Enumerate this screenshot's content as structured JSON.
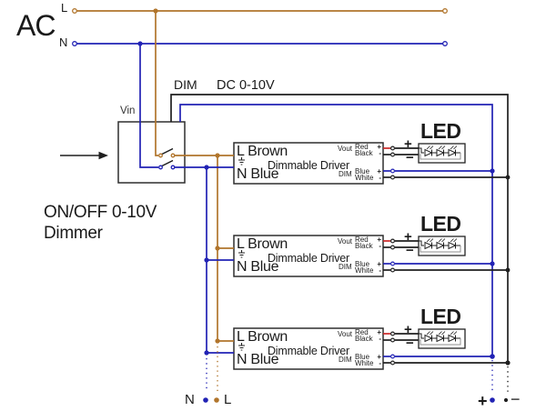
{
  "ac": {
    "label": "AC",
    "live": "L",
    "neutral": "N"
  },
  "signal_labels": {
    "dim": "DIM",
    "dc": "DC 0-10V"
  },
  "dimmer": {
    "vin": "Vin",
    "caption_line1": "ON/OFF 0-10V",
    "caption_line2": "Dimmer"
  },
  "drivers": [
    {
      "live_label": "L Brown",
      "neutral_label": "N Blue",
      "name": "Dimmable Driver",
      "vout_label": "Vout",
      "dim_label": "DIM",
      "terminals": {
        "red": {
          "name": "Red",
          "sign": "+"
        },
        "black": {
          "name": "Black",
          "sign": "-"
        },
        "blue": {
          "name": "Blue",
          "sign": "+"
        },
        "white": {
          "name": "White",
          "sign": "-"
        }
      },
      "led": {
        "label": "LED",
        "plus": "+",
        "minus": "−"
      }
    },
    {
      "live_label": "L Brown",
      "neutral_label": "N Blue",
      "name": "Dimmable Driver",
      "vout_label": "Vout",
      "dim_label": "DIM",
      "terminals": {
        "red": {
          "name": "Red",
          "sign": "+"
        },
        "black": {
          "name": "Black",
          "sign": "-"
        },
        "blue": {
          "name": "Blue",
          "sign": "+"
        },
        "white": {
          "name": "White",
          "sign": "-"
        }
      },
      "led": {
        "label": "LED",
        "plus": "+",
        "minus": "−"
      }
    },
    {
      "live_label": "L Brown",
      "neutral_label": "N Blue",
      "name": "Dimmable Driver",
      "vout_label": "Vout",
      "dim_label": "DIM",
      "terminals": {
        "red": {
          "name": "Red",
          "sign": "+"
        },
        "black": {
          "name": "Black",
          "sign": "-"
        },
        "blue": {
          "name": "Blue",
          "sign": "+"
        },
        "white": {
          "name": "White",
          "sign": "-"
        }
      },
      "led": {
        "label": "LED",
        "plus": "+",
        "minus": "−"
      }
    }
  ],
  "bottom_terminals": {
    "neutral": "N",
    "live": "L",
    "dim_plus": "+",
    "dim_minus": "−"
  },
  "colors": {
    "live_wire": "#b1752c",
    "neutral_wire": "#2122b4",
    "vout_red": "#cb2828",
    "signal_dark": "#1f1f1f",
    "led_return_gray": "#8f8f8f"
  },
  "icons": {
    "arrow": "right-arrow",
    "ground": "earth-ground",
    "led_symbol": "diode-with-light-arrows",
    "switch": "open-switch"
  }
}
